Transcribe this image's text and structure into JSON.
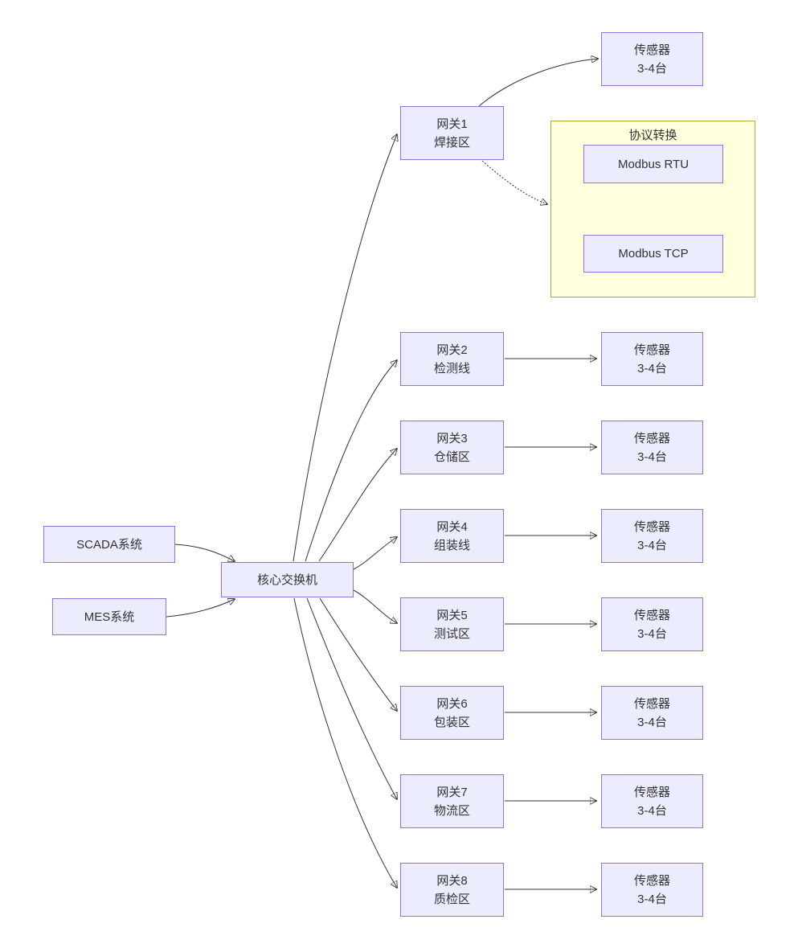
{
  "colors": {
    "background": "#FFFFFF",
    "node_fill": "#ECECFF",
    "node_border": "#9370DB",
    "cluster_fill": "#FFFFDE",
    "cluster_border": "#AAAA33",
    "edge": "#333333",
    "text": "#333333"
  },
  "systems": {
    "scada": "SCADA系统",
    "mes": "MES系统",
    "core_switch": "核心交换机"
  },
  "rows": [
    {
      "gateway": {
        "name": "网关1",
        "area": "焊接区"
      },
      "sensor": {
        "line1": "传感器",
        "line2": "3-4台"
      }
    },
    {
      "gateway": {
        "name": "网关2",
        "area": "检测线"
      },
      "sensor": {
        "line1": "传感器",
        "line2": "3-4台"
      }
    },
    {
      "gateway": {
        "name": "网关3",
        "area": "仓储区"
      },
      "sensor": {
        "line1": "传感器",
        "line2": "3-4台"
      }
    },
    {
      "gateway": {
        "name": "网关4",
        "area": "组装线"
      },
      "sensor": {
        "line1": "传感器",
        "line2": "3-4台"
      }
    },
    {
      "gateway": {
        "name": "网关5",
        "area": "测试区"
      },
      "sensor": {
        "line1": "传感器",
        "line2": "3-4台"
      }
    },
    {
      "gateway": {
        "name": "网关6",
        "area": "包装区"
      },
      "sensor": {
        "line1": "传感器",
        "line2": "3-4台"
      }
    },
    {
      "gateway": {
        "name": "网关7",
        "area": "物流区"
      },
      "sensor": {
        "line1": "传感器",
        "line2": "3-4台"
      }
    },
    {
      "gateway": {
        "name": "网关8",
        "area": "质检区"
      },
      "sensor": {
        "line1": "传感器",
        "line2": "3-4台"
      }
    }
  ],
  "protocol_cluster": {
    "title": "协议转换",
    "source": "Modbus RTU",
    "target": "Modbus TCP"
  },
  "edges": [
    {
      "from": "SCADA系统",
      "to": "核心交换机",
      "style": "solid-arrow"
    },
    {
      "from": "MES系统",
      "to": "核心交换机",
      "style": "solid-arrow"
    },
    {
      "from": "核心交换机",
      "to": "网关1",
      "style": "solid-arrow"
    },
    {
      "from": "核心交换机",
      "to": "网关2",
      "style": "solid-arrow"
    },
    {
      "from": "核心交换机",
      "to": "网关3",
      "style": "solid-arrow"
    },
    {
      "from": "核心交换机",
      "to": "网关4",
      "style": "solid-arrow"
    },
    {
      "from": "核心交换机",
      "to": "网关5",
      "style": "solid-arrow"
    },
    {
      "from": "核心交换机",
      "to": "网关6",
      "style": "solid-arrow"
    },
    {
      "from": "核心交换机",
      "to": "网关7",
      "style": "solid-arrow"
    },
    {
      "from": "核心交换机",
      "to": "网关8",
      "style": "solid-arrow"
    },
    {
      "from": "网关1",
      "to": "传感器 3-4台",
      "style": "solid-arrow"
    },
    {
      "from": "网关1",
      "to": "协议转换",
      "style": "dotted-arrow"
    },
    {
      "from": "网关2",
      "to": "传感器 3-4台",
      "style": "solid-arrow"
    },
    {
      "from": "网关3",
      "to": "传感器 3-4台",
      "style": "solid-arrow"
    },
    {
      "from": "网关4",
      "to": "传感器 3-4台",
      "style": "solid-arrow"
    },
    {
      "from": "网关5",
      "to": "传感器 3-4台",
      "style": "solid-arrow"
    },
    {
      "from": "网关6",
      "to": "传感器 3-4台",
      "style": "solid-arrow"
    },
    {
      "from": "网关7",
      "to": "传感器 3-4台",
      "style": "solid-arrow"
    },
    {
      "from": "网关8",
      "to": "传感器 3-4台",
      "style": "solid-arrow"
    },
    {
      "from": "Modbus RTU",
      "to": "Modbus TCP",
      "style": "solid-arrow"
    }
  ]
}
